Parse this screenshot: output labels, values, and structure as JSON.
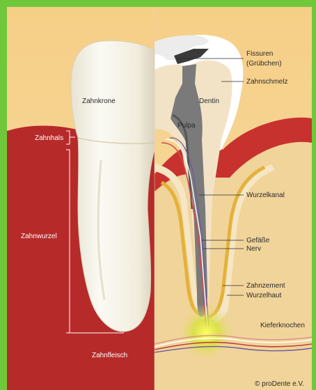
{
  "colors": {
    "frame": "#6fc83a",
    "gum": "#b62a2a",
    "bone": "#f1d49a",
    "enamel": "#ffffff",
    "dentin": "#f3e3c6",
    "pulp": "#7a7a7a",
    "cementum": "#e4b13a",
    "nerve_glow": "#ffff66"
  },
  "labels": {
    "left": {
      "crown": "Zahnkrone",
      "neck": "Zahnhals",
      "root": "Zahnwurzel",
      "gum": "Zahnfleisch"
    },
    "right": {
      "fissures_1": "Fissuren",
      "fissures_2": "(Grübchen)",
      "enamel": "Zahnschmelz",
      "dentin": "Dentin",
      "pulp": "Pulpa",
      "root_canal": "Wurzelkanal",
      "vessels": "Gefäße",
      "nerve": "Nerv",
      "cementum": "Zahnzement",
      "periodontium": "Wurzelhaut",
      "jawbone": "Kieferknochen"
    },
    "copyright": "© proDente e.V."
  }
}
